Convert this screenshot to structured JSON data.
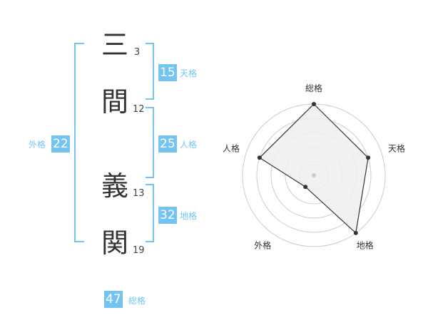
{
  "name": {
    "chars": [
      {
        "char": "三",
        "strokes": "3"
      },
      {
        "char": "間",
        "strokes": "12"
      },
      {
        "char": "義",
        "strokes": "13"
      },
      {
        "char": "関",
        "strokes": "19"
      }
    ]
  },
  "fortune": {
    "tenkaku": {
      "value": "15",
      "label": "天格"
    },
    "jinkaku": {
      "value": "25",
      "label": "人格"
    },
    "chikaku": {
      "value": "32",
      "label": "地格"
    },
    "gaikaku": {
      "value": "22",
      "label": "外格"
    },
    "soukaku": {
      "value": "47",
      "label": "総格"
    }
  },
  "colors": {
    "accent": "#74c4f2",
    "text": "#333333",
    "grid": "#cccccc",
    "fill": "#eeeeee"
  },
  "chart_data": {
    "type": "radar",
    "axes": [
      "総格",
      "天格",
      "地格",
      "外格",
      "人格"
    ],
    "max": 5,
    "rings": 5,
    "values": [
      5,
      4,
      5,
      1,
      4
    ]
  }
}
